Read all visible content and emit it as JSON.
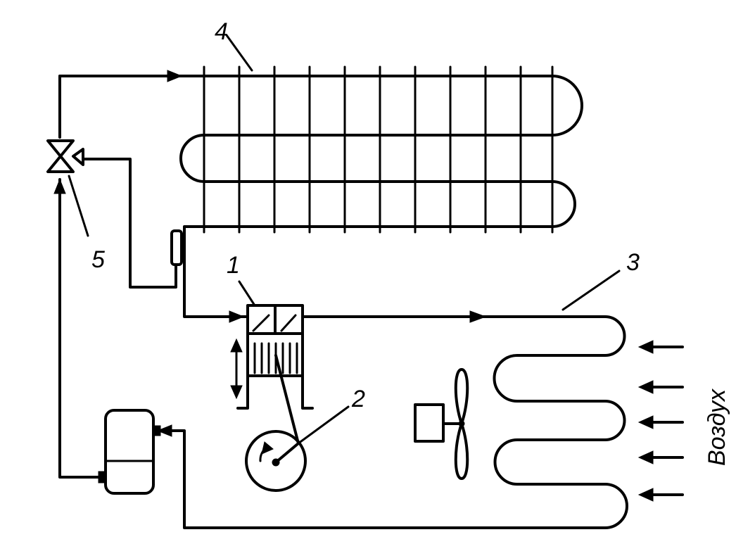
{
  "labels": {
    "compressor": "1",
    "crank": "2",
    "evaporator": "3",
    "condenser": "4",
    "valve": "5",
    "air": "Воздух"
  },
  "colors": {
    "line": "#000000",
    "background": "#ffffff"
  }
}
